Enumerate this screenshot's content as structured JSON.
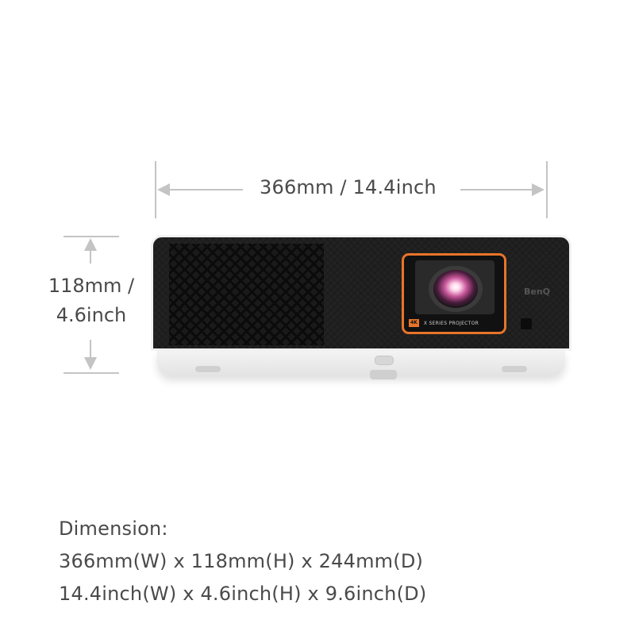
{
  "dimension_lines": {
    "width_label": "366mm / 14.4inch",
    "height_label_line1": "118mm /",
    "height_label_line2": "4.6inch"
  },
  "product": {
    "brand": "BenQ",
    "badge": "4K",
    "series_label": "X SERIES PROJECTOR",
    "accent_color": "#e8742a"
  },
  "specs": {
    "heading": "Dimension:",
    "metric": "366mm(W) x 118mm(H) x 244mm(D)",
    "imperial": "14.4inch(W) x 4.6inch(H) x 9.6inch(D)"
  }
}
